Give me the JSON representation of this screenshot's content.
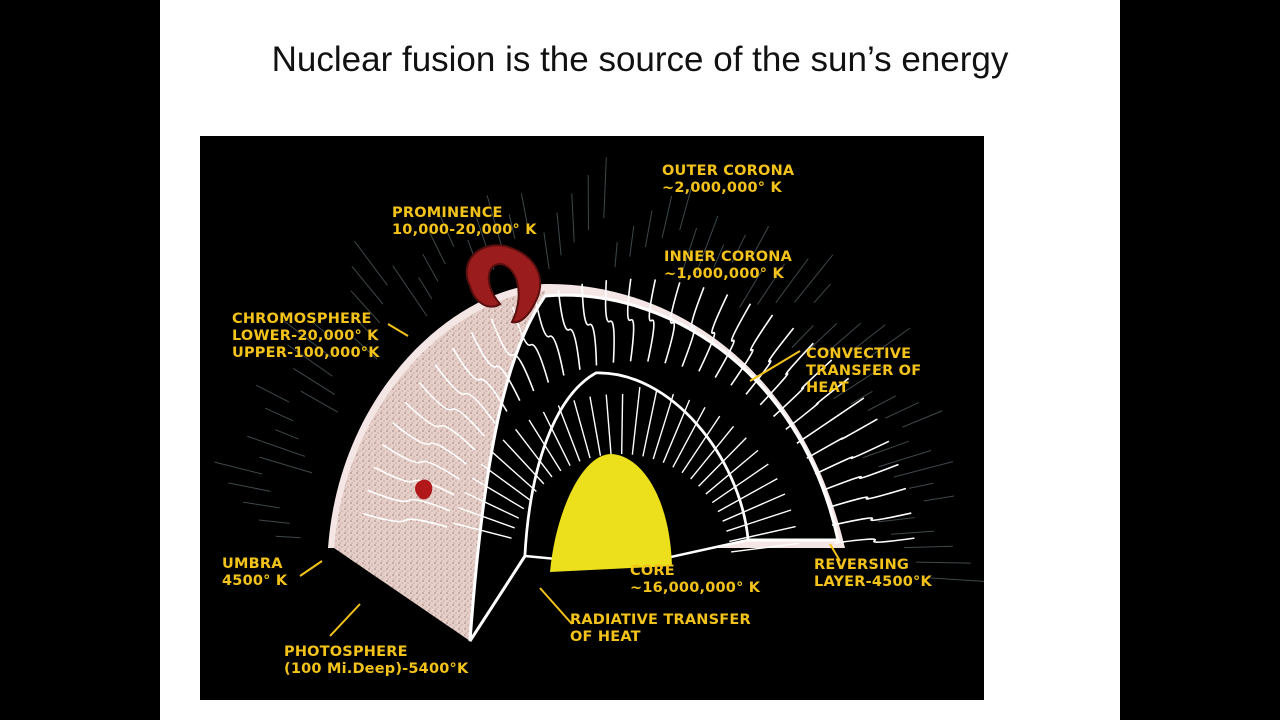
{
  "slide": {
    "title": "Nuclear fusion is the source of the sun’s energy"
  },
  "diagram": {
    "colors": {
      "background": "#000000",
      "label": "#f3c21b",
      "photosphere": "#e8d2cc",
      "core": "#ece01d",
      "prominence": "#9b1c1c",
      "lines": "#ffffff"
    },
    "labels": {
      "outer_corona": {
        "line1": "OUTER CORONA",
        "line2": "~2,000,000° K"
      },
      "prominence": {
        "line1": "PROMINENCE",
        "line2": "10,000-20,000° K"
      },
      "inner_corona": {
        "line1": "INNER CORONA",
        "line2": "~1,000,000° K"
      },
      "chromosphere": {
        "line1": "CHROMOSPHERE",
        "line2": "LOWER-20,000° K",
        "line3": "UPPER-100,000°K"
      },
      "convective": {
        "line1": "CONVECTIVE",
        "line2": "TRANSFER OF",
        "line3": "HEAT"
      },
      "umbra": {
        "line1": "UMBRA",
        "line2": "4500° K"
      },
      "core": {
        "line1": "CORE",
        "line2": "~16,000,000° K"
      },
      "reversing": {
        "line1": "REVERSING",
        "line2": "LAYER-4500°K"
      },
      "radiative": {
        "line1": "RADIATIVE TRANSFER",
        "line2": "OF HEAT"
      },
      "photosphere": {
        "line1": "PHOTOSPHERE",
        "line2": "(100 Mi.Deep)-5400°K"
      }
    }
  }
}
